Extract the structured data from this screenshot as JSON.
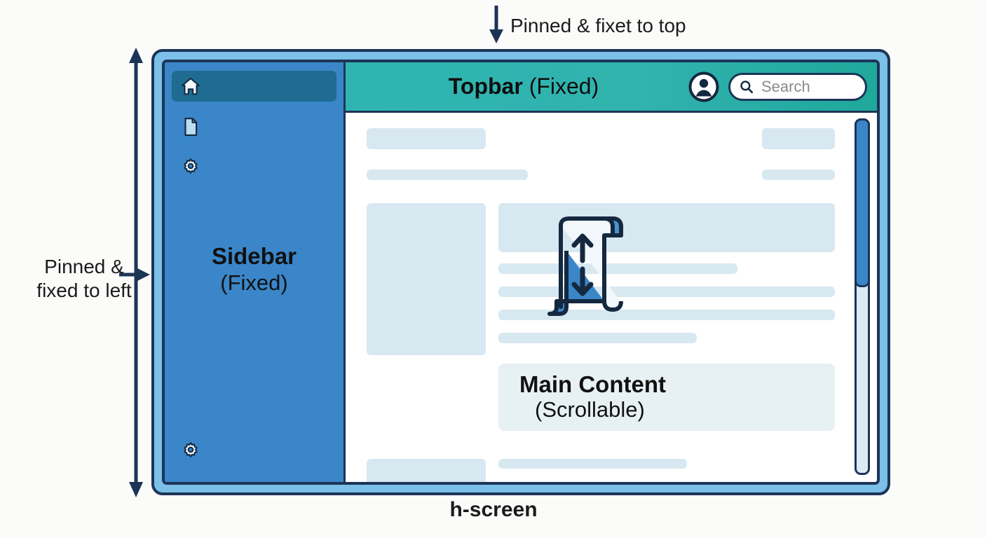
{
  "annotations": {
    "top": "Pinned & fixet to top",
    "left": "Pinned &\nfixed to left",
    "bottom": "h-screen"
  },
  "sidebar": {
    "title": "Sidebar",
    "subtitle": "(Fixed)",
    "background_color": "#3A86C8",
    "active_item_color": "#1F6B91",
    "items": [
      {
        "icon": "home-icon",
        "active": true
      },
      {
        "icon": "document-icon",
        "active": false
      },
      {
        "icon": "gear-icon",
        "active": false
      }
    ],
    "bottom_item": {
      "icon": "gear-icon"
    }
  },
  "topbar": {
    "title_bold": "Topbar",
    "title_regular": "(Fixed)",
    "background_color": "#31B3B3",
    "avatar_icon": "user-avatar-icon",
    "search": {
      "icon": "search-icon",
      "placeholder": "Search",
      "value": ""
    }
  },
  "main": {
    "title_bold": "Main Content",
    "title_regular": "(Scrollable)",
    "scroll_icon": "scroll-updown-icon",
    "skeleton_color": "#D8E8F1",
    "label_band_color": "#E7F1F4"
  },
  "scrollbar": {
    "thumb_color": "#3A86C8",
    "track_color": "#DCEAF3",
    "thumb_position_percent": 0,
    "thumb_size_percent": 48
  },
  "frame": {
    "border_color": "#1C3557",
    "band_color": "#7BC0E8"
  }
}
